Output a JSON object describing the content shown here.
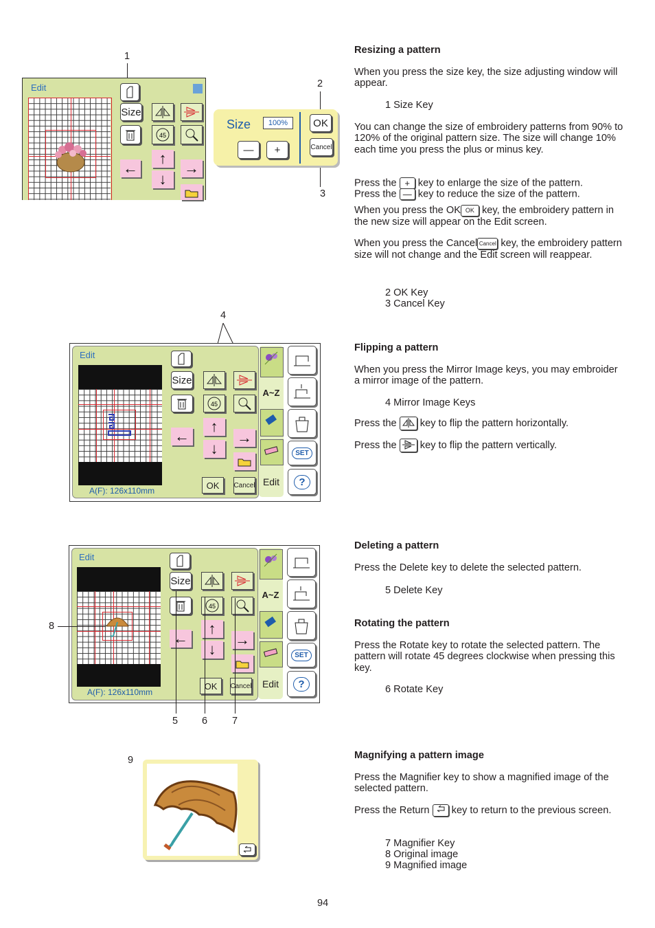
{
  "figure1": {
    "callout_1": "1",
    "callout_2": "2",
    "callout_3": "3",
    "screen_label": "Edit",
    "size_key": "Size",
    "size_window": {
      "title": "Size",
      "percent": "100%",
      "ok": "OK",
      "cancel": "Cancel",
      "minus": "—",
      "plus": "+"
    }
  },
  "figure2": {
    "callout_4": "4",
    "screen_label": "Edit",
    "size_key": "Size",
    "rotate_label": "45",
    "ok": "OK",
    "cancel": "Cancel",
    "status": "A(F): 126x110mm",
    "tab_az": "A~Z",
    "tab_edit": "Edit",
    "set": "SET",
    "help": "?"
  },
  "figure3": {
    "callout_5": "5",
    "callout_6": "6",
    "callout_7": "7",
    "callout_8": "8",
    "screen_label": "Edit",
    "size_key": "Size",
    "rotate_label": "45",
    "ok": "OK",
    "cancel": "Cancel",
    "status": "A(F): 126x110mm",
    "tab_az": "A~Z",
    "tab_edit": "Edit",
    "set": "SET",
    "help": "?"
  },
  "figure4": {
    "callout_9": "9"
  },
  "resizing": {
    "heading": "Resizing a pattern",
    "p1": "When you press the size key, the size adjusting window will appear.",
    "item1": "1   Size Key",
    "p2": "You can change the size of embroidery patterns from 90% to 120% of the original pattern size. The size will change 10% each time you press the plus or minus key.",
    "p3a_pre": "Press the",
    "p3a_post": "key to enlarge the size of the pattern.",
    "p3b_pre": "Press the",
    "p3b_post": "key to reduce the size of the pattern.",
    "plus_key": "+",
    "minus_key": "—",
    "p4_pre": "When you press the OK",
    "ok_key": "OK",
    "p4_post": "key, the embroidery pattern in the new size will appear on the Edit screen.",
    "p5_pre": "When you press the Cancel",
    "cancel_key": "Cancel",
    "p5_post": "key, the embroidery pattern size will not change and the Edit screen will reappear.",
    "item2": "2   OK Key",
    "item3": "3   Cancel Key"
  },
  "flipping": {
    "heading": "Flipping a pattern",
    "p1": "When you press the Mirror Image keys, you may embroider a mirror image of the pattern.",
    "item4": "4   Mirror Image Keys",
    "p2_pre": "Press the",
    "p2_post": "key to flip the pattern horizontally.",
    "p3_pre": "Press the",
    "p3_post": "key to flip the pattern vertically."
  },
  "deleting": {
    "heading": "Deleting a pattern",
    "p1": "Press the Delete key to delete the selected pattern.",
    "item5": "5   Delete Key"
  },
  "rotating": {
    "heading": "Rotating the pattern",
    "p1": "Press the Rotate key to rotate the selected pattern. The pattern will rotate 45 degrees clockwise when pressing this key.",
    "item6": "6   Rotate Key"
  },
  "magnifying": {
    "heading": "Magnifying a pattern image",
    "p1": "Press the Magnifier key to show a magnified image of the selected pattern.",
    "p2_pre": "Press the Return",
    "p2_post": "key to return to the previous screen.",
    "item7": "7   Magnifier Key",
    "item8": "8   Original image",
    "item9": "9   Magnified image"
  },
  "page_number": "94"
}
